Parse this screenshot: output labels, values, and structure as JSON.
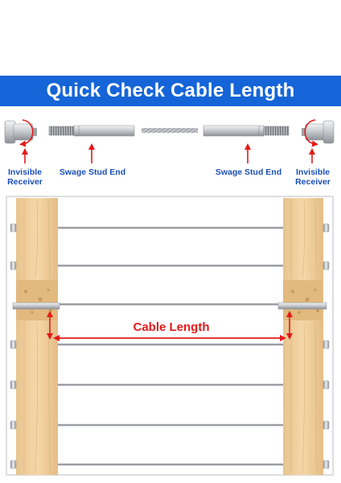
{
  "banner": {
    "title": "Quick Check Cable Length"
  },
  "labels": {
    "left_receiver": "Invisible Receiver",
    "left_stud": "Swage Stud End",
    "right_stud": "Swage Stud End",
    "right_receiver": "Invisible Receiver"
  },
  "measurement": {
    "label": "Cable Length"
  },
  "colors": {
    "banner": "#1565d8",
    "label_text": "#1a4fb4",
    "arrow": "#e21a1a",
    "wood": "#f0cf9e",
    "steel": "#b8bcc0"
  },
  "icons": [
    "rotate-arrow-icon",
    "up-arrow-icon",
    "double-arrow-icon"
  ]
}
